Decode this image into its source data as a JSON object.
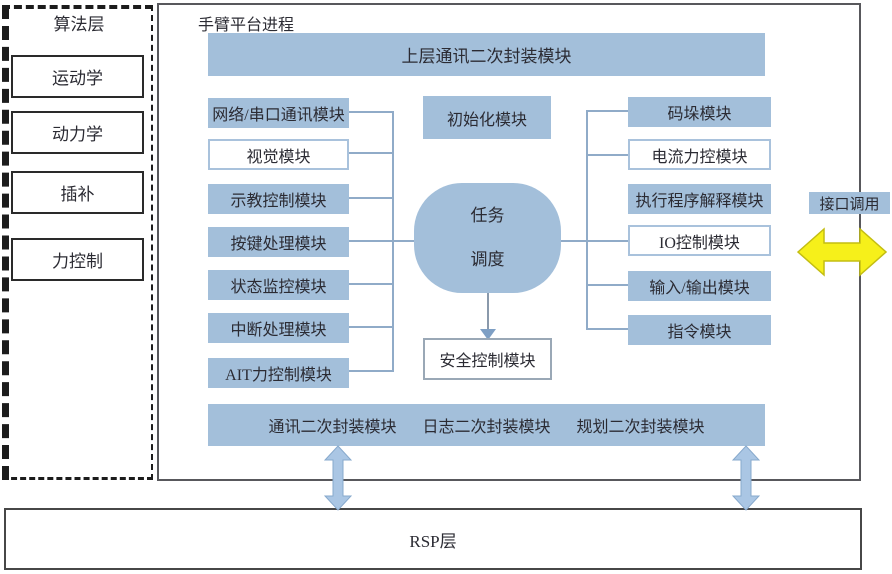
{
  "colors": {
    "module_blue": "#a3bfda",
    "connector_blue": "#90abc8",
    "arrow_blue_fill": "#aac6e4",
    "arrow_blue_stroke": "#87a9cc",
    "arrow_yellow_fill": "#f6f01a",
    "arrow_yellow_stroke": "#c3bd12",
    "frame_border": "#58585c",
    "text_dark": "#2b2b33"
  },
  "algorithm_layer": {
    "title": "算法层",
    "items": [
      {
        "label": "运动学"
      },
      {
        "label": "动力学"
      },
      {
        "label": "插补"
      },
      {
        "label": "力控制"
      }
    ]
  },
  "arm_platform": {
    "title": "手臂平台进程",
    "top_bar_label": "上层通讯二次封装模块",
    "left_modules": [
      {
        "label": "网络/串口通讯模块",
        "style": "filled"
      },
      {
        "label": "视觉模块",
        "style": "outline"
      },
      {
        "label": "示教控制模块",
        "style": "filled"
      },
      {
        "label": "按键处理模块",
        "style": "filled"
      },
      {
        "label": "状态监控模块",
        "style": "filled"
      },
      {
        "label": "中断处理模块",
        "style": "filled"
      },
      {
        "label": "AIT力控制模块",
        "style": "filled"
      }
    ],
    "center": {
      "init_label": "初始化模块",
      "scheduler_line1": "任务",
      "scheduler_line2": "调度",
      "safety_label": "安全控制模块"
    },
    "right_modules": [
      {
        "label": "码垛模块",
        "style": "filled"
      },
      {
        "label": "电流力控模块",
        "style": "outline"
      },
      {
        "label": "执行程序解释模块",
        "style": "filled"
      },
      {
        "label": "IO控制模块",
        "style": "outline"
      },
      {
        "label": "输入/输出模块",
        "style": "filled"
      },
      {
        "label": "指令模块",
        "style": "filled"
      }
    ],
    "bottom_bar_labels": [
      "通讯二次封装模块",
      "日志二次封装模块",
      "规划二次封装模块"
    ]
  },
  "interface_call": {
    "label": "接口调用"
  },
  "rsp_layer": {
    "label": "RSP层"
  }
}
